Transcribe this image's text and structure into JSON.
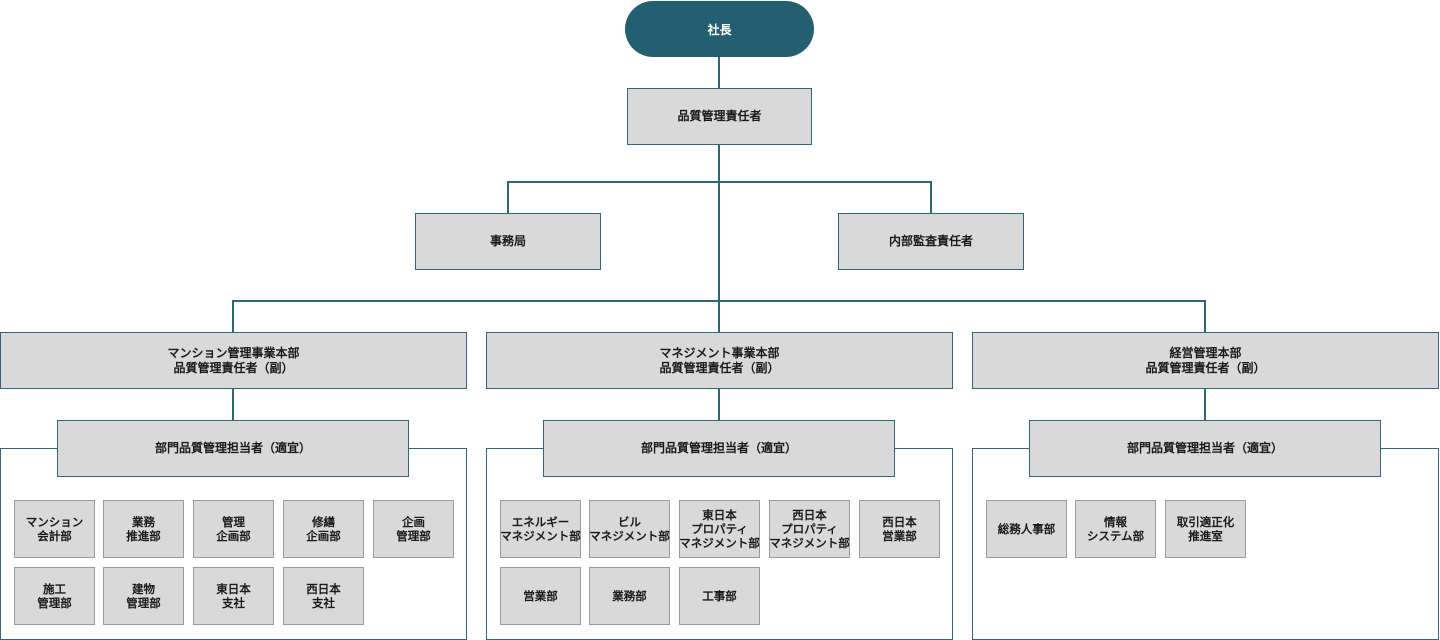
{
  "president": "社長",
  "quality_manager": "品質管理責任者",
  "secretariat": "事務局",
  "internal_audit": "内部監査責任者",
  "divisions": [
    {
      "head": [
        "マンション管理事業本部",
        "品質管理責任者（副）"
      ],
      "officer": "部門品質管理担当者（適宜）",
      "units": [
        [
          "マンション",
          "会計部"
        ],
        [
          "業務",
          "推進部"
        ],
        [
          "管理",
          "企画部"
        ],
        [
          "修繕",
          "企画部"
        ],
        [
          "企画",
          "管理部"
        ],
        [
          "施工",
          "管理部"
        ],
        [
          "建物",
          "管理部"
        ],
        [
          "東日本",
          "支社"
        ],
        [
          "西日本",
          "支社"
        ]
      ]
    },
    {
      "head": [
        "マネジメント事業本部",
        "品質管理責任者（副）"
      ],
      "officer": "部門品質管理担当者（適宜）",
      "units": [
        [
          "エネルギー",
          "マネジメント部"
        ],
        [
          "ビル",
          "マネジメント部"
        ],
        [
          "東日本",
          "プロパティ",
          "マネジメント部"
        ],
        [
          "西日本",
          "プロパティ",
          "マネジメント部"
        ],
        [
          "西日本",
          "営業部"
        ],
        [
          "営業部"
        ],
        [
          "業務部"
        ],
        [
          "工事部"
        ]
      ]
    },
    {
      "head": [
        "経営管理本部",
        "品質管理責任者（副）"
      ],
      "officer": "部門品質管理担当者（適宜）",
      "units": [
        [
          "総務人事部"
        ],
        [
          "情報",
          "システム部"
        ],
        [
          "取引適正化",
          "推進室"
        ]
      ]
    }
  ]
}
